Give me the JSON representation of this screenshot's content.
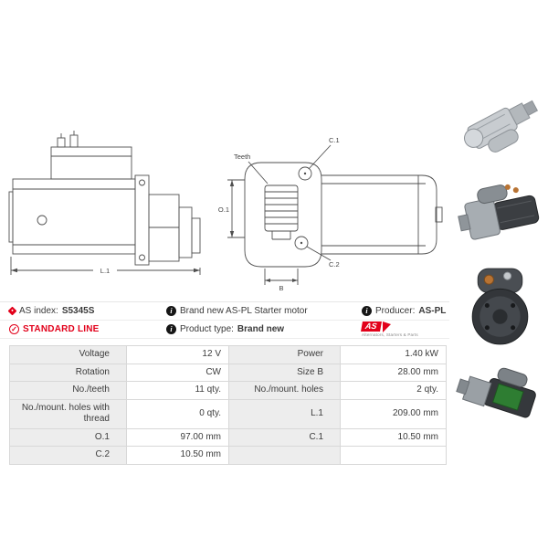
{
  "product": {
    "as_index_label": "AS index:",
    "as_index_value": "S5345S",
    "standard_line_label": "STANDARD LINE",
    "brand_new_text": "Brand new AS-PL Starter motor",
    "product_type_label": "Product type:",
    "product_type_value": "Brand new",
    "producer_label": "Producer:",
    "producer_value": "AS-PL"
  },
  "logo": {
    "text": "AS",
    "subtext": "Alternators, Starters & Parts"
  },
  "icons": {
    "tag_icon": "red-tag",
    "info_icon": "info-circle",
    "check_icon": "check-circle",
    "info_glyph": "i",
    "check_glyph": "✓"
  },
  "colors": {
    "accent_red": "#e2001a",
    "table_label_bg": "#ededed",
    "table_border": "#d8d8d8",
    "drawing_line": "#4f4f4f"
  },
  "diagram": {
    "teeth": "Teeth",
    "o1": "O.1",
    "c1": "C.1",
    "c2": "C.2",
    "b": "B",
    "l1": "L.1"
  },
  "spec_table": {
    "rows": [
      [
        "Voltage",
        "12 V",
        "Power",
        "1.40 kW"
      ],
      [
        "Rotation",
        "CW",
        "Size B",
        "28.00 mm"
      ],
      [
        "No./teeth",
        "11 qty.",
        "No./mount. holes",
        "2 qty."
      ],
      [
        "No./mount. holes with thread",
        "0 qty.",
        "L.1",
        "209.00 mm"
      ],
      [
        "O.1",
        "97.00 mm",
        "C.1",
        "10.50 mm"
      ],
      [
        "C.2",
        "10.50 mm",
        "",
        ""
      ]
    ]
  }
}
